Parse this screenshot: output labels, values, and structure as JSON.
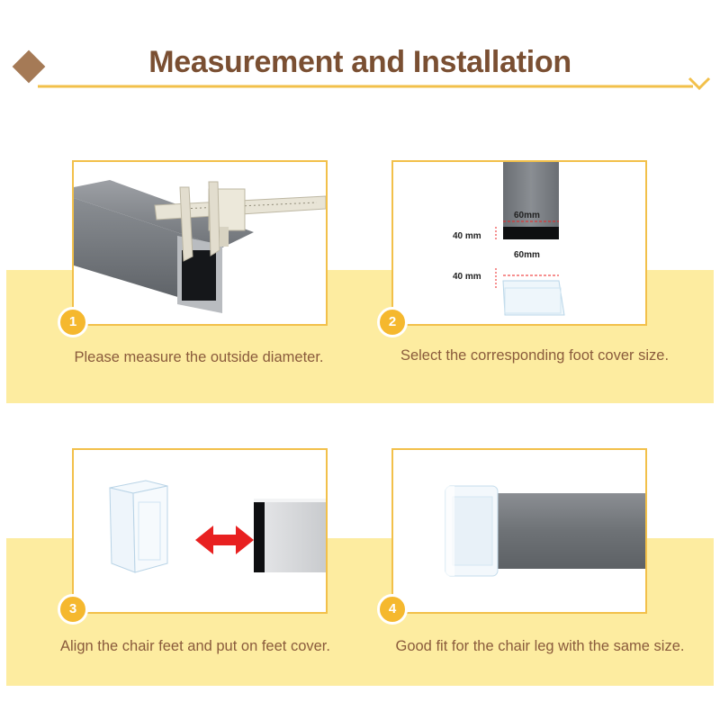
{
  "header": {
    "title": "Measurement and Installation"
  },
  "steps": [
    {
      "number": "1",
      "caption": "Please measure the outside diameter."
    },
    {
      "number": "2",
      "caption": "Select the corresponding foot cover size."
    },
    {
      "number": "3",
      "caption": "Align the chair feet and put on feet cover."
    },
    {
      "number": "4",
      "caption": "Good fit for the chair leg with the same size."
    }
  ],
  "dimensions": {
    "top_width": "60mm",
    "top_height": "40 mm",
    "bottom_width": "60mm",
    "bottom_height": "40 mm"
  },
  "colors": {
    "title": "#7a4f32",
    "accent": "#f2c04a",
    "band": "#fdeca0",
    "badge": "#f5b82e",
    "caption": "#8a5b3c",
    "arrow": "#e82020"
  },
  "icons": [
    "diamond-icon",
    "chevron-down-icon",
    "double-arrow-icon"
  ]
}
